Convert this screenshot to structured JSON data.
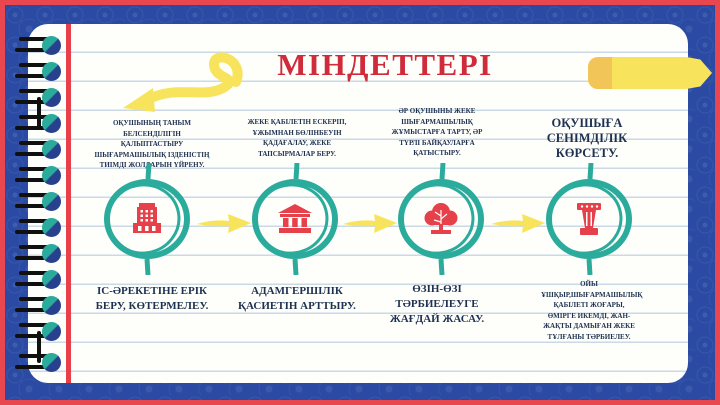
{
  "slide": {
    "title": "МІНДЕТТЕРІ",
    "columns": [
      {
        "icon": "building-icon",
        "top_text": "ОҚУШЫНЫҢ ТАНЫМ БЕЛСЕНДІЛІГІН ҚАЛЫПТАСТЫРУ ШЫҒАРМАШЫЛЫҚ ІЗДЕНІСТІҢ ТИІМДІ ЖОЛДАРЫН ҮЙРЕНУ.",
        "bottom_text": "ІС-ӘРЕКЕТІНЕ ЕРІК БЕРУ, КӨТЕРМЕЛЕУ."
      },
      {
        "icon": "bank-icon",
        "top_text": "ЖЕКЕ ҚАБІЛЕТІН ЕСКЕРІП, ҰЖЫМНАН БӨЛІНБЕУІН ҚАДАҒАЛАУ, ЖЕКЕ ТАПСЫРМАЛАР БЕРУ.",
        "bottom_text": "АДАМГЕРШІЛІК ҚАСИЕТІН АРТТЫРУ."
      },
      {
        "icon": "tree-icon",
        "top_text": "ӘР ОҚУШЫНЫ ЖЕКЕ ШЫҒАРМАШЫЛЫҚ ЖҰМЫСТАРҒА ТАРТУ, ӘР ТҮРЛІ БАЙҚАУЛАРҒА ҚАТЫСТЫРУ.",
        "bottom_text": "ӨЗІН-ӨЗІ ТӘРБИЕЛЕУГЕ ЖАҒДАЙ ЖАСАУ."
      },
      {
        "icon": "column-icon",
        "top_text": "ОҚУШЫҒА СЕНІМДІЛІК КӨРСЕТУ.",
        "bottom_text": "ОЙЫ ҰШҚЫР,ШЫҒАРМАШЫЛЫҚ ҚАБІЛЕТІ ЖОҒАРЫ, ӨМІРГЕ ИКЕМДІ, ЖАН-ЖАҚТЫ ДАМЫҒАН ЖЕКЕ ТҰЛҒАНЫ ТӘРБИЕЛЕУ."
      }
    ]
  },
  "colors": {
    "title_red": "#CF2B3A",
    "icon_red": "#E6404B",
    "accent_teal": "#2BAB9B",
    "text_navy": "#1E3150",
    "highlight_yellow": "#F8E45C",
    "border_blue": "#2A4AA3",
    "frame_red": "#E9474F"
  }
}
